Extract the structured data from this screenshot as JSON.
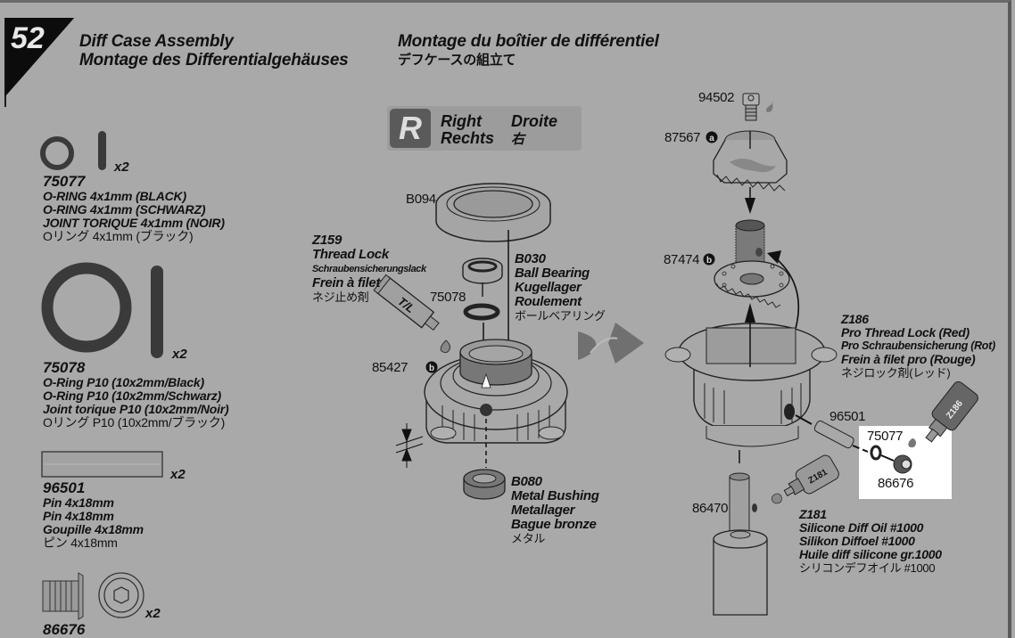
{
  "step": {
    "number": "52"
  },
  "titles": {
    "en": "Diff Case Assembly",
    "de": "Montage des Differentialgehäuses",
    "fr": "Montage du boîtier de différentiel",
    "jp": "デフケースの組立て"
  },
  "side_badge": {
    "letter": "R",
    "en": "Right",
    "fr": "Droite",
    "de": "Rechts",
    "jp": "右"
  },
  "parts_list": [
    {
      "part_no": "75077",
      "qty": "x2",
      "lines": [
        "O-RING 4x1mm (BLACK)",
        "O-RING 4x1mm (SCHWARZ)",
        "JOINT TORIQUE 4x1mm (NOIR)"
      ],
      "jp": "Oリング 4x1mm (ブラック)"
    },
    {
      "part_no": "75078",
      "qty": "x2",
      "lines": [
        "O-Ring P10 (10x2mm/Black)",
        "O-Ring P10 (10x2mm/Schwarz)",
        "Joint torique P10 (10x2mm/Noir)"
      ],
      "jp": "Oリング P10 (10x2mm/ブラック)"
    },
    {
      "part_no": "96501",
      "qty": "x2",
      "lines": [
        "Pin 4x18mm",
        "Pin 4x18mm",
        "Goupille 4x18mm"
      ],
      "jp": "ピン 4x18mm"
    },
    {
      "part_no": "86676",
      "qty": "x2"
    }
  ],
  "left_assembly": {
    "b094": "B094",
    "b030": {
      "code": "B030",
      "lines": [
        "Ball Bearing",
        "Kugellager",
        "Roulement"
      ],
      "jp": "ボールベアリング"
    },
    "z159": {
      "code": "Z159",
      "en": "Thread Lock",
      "de": "Schraubensicherungslack",
      "fr": "Frein à filet",
      "jp": "ネジ止め剤",
      "tube_label": "T/L"
    },
    "o_ring": "75078",
    "housing": "85427",
    "housing_badge": "b",
    "b080": {
      "code": "B080",
      "lines": [
        "Metal Bushing",
        "Metallager",
        "Bague bronze"
      ],
      "jp": "メタル"
    }
  },
  "right_assembly": {
    "screw": "94502",
    "gear": "87567",
    "gear_badge": "a",
    "sleeve": "87474",
    "sleeve_badge": "b",
    "pin": "96501",
    "shaft": "86470",
    "inset": {
      "o_ring": "75077",
      "plug": "86676"
    },
    "z186": {
      "code": "Z186",
      "en": "Pro Thread Lock (Red)",
      "de": "Pro Schraubensicherung (Rot)",
      "fr": "Frein à filet pro (Rouge)",
      "jp": "ネジロック剤(レッド)",
      "bottle_label": "Z186"
    },
    "z181": {
      "code": "Z181",
      "lines": [
        "Silicone Diff Oil #1000",
        "Silikon Diffoel #1000",
        "Huile diff silicone gr.1000"
      ],
      "jp": "シリコンデフオイル #1000",
      "bottle_label": "Z181"
    }
  },
  "colors": {
    "page": "#a9a9a9",
    "ink": "#111111",
    "badge": "#5a5a5a",
    "part_fill": "#7a7a7a"
  }
}
